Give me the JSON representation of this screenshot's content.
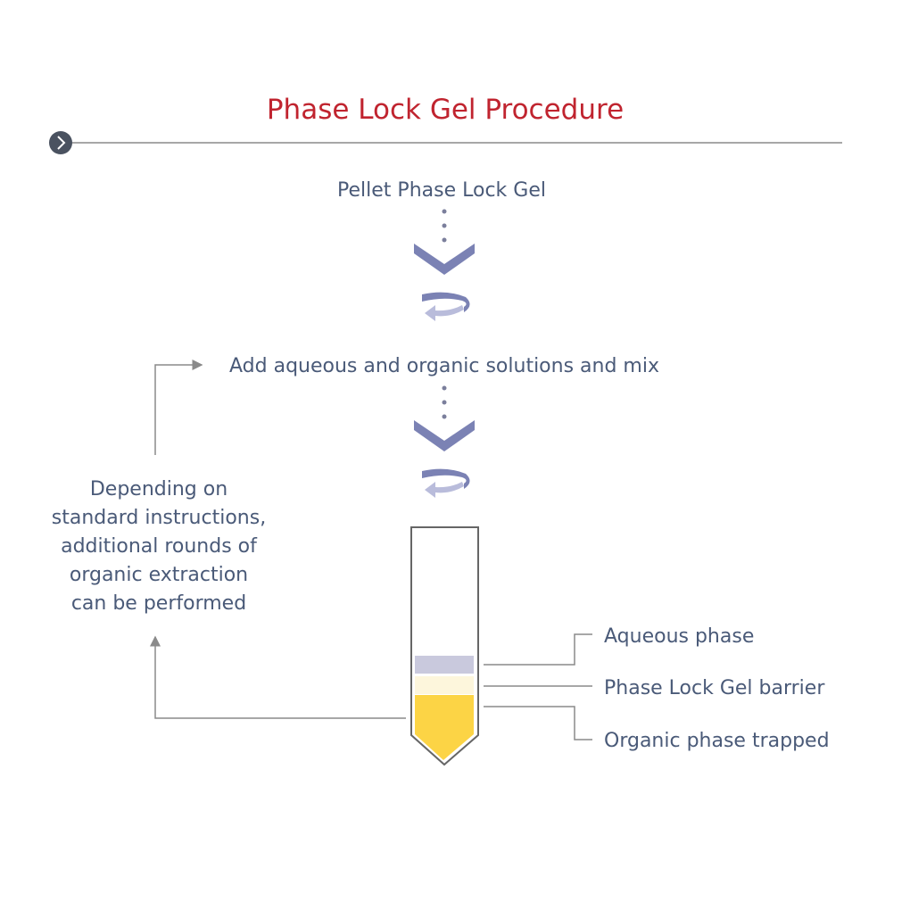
{
  "title": "Phase Lock Gel Procedure",
  "nav_icon": "chevron-right-icon",
  "steps": [
    {
      "label": "Pellet Phase Lock Gel"
    },
    {
      "label": "Add aqueous and organic solutions and mix"
    }
  ],
  "loop_note": [
    "Depending on",
    "standard instructions,",
    "additional rounds of",
    "organic extraction",
    "can be performed"
  ],
  "tube_labels": {
    "aqueous": "Aqueous phase",
    "barrier": "Phase Lock Gel barrier",
    "organic": "Organic phase trapped"
  },
  "colors": {
    "title": "#c0242f",
    "text": "#4a5a78",
    "arrow": "#7b82b4",
    "aqueous": "#c9c9dd",
    "barrier": "#fdf6dc",
    "organic": "#fcd445"
  }
}
